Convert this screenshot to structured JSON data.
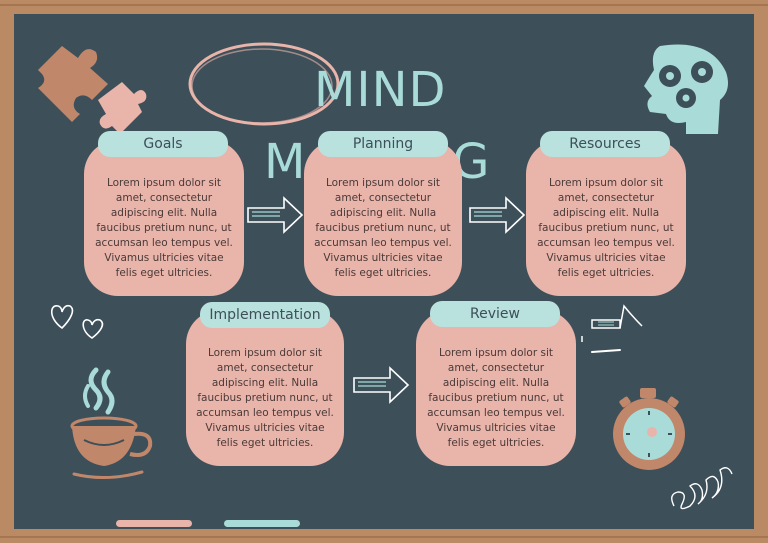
{
  "title": {
    "line1": "MIND",
    "line2": "MAPPING"
  },
  "body_text": "Lorem ipsum dolor sit amet, consectetur adipiscing elit. Nulla faucibus pretium nunc, ut accumsan leo tempus vel. Vivamus ultricies vitae felis eget ultricies.",
  "cards": [
    {
      "label": "Goals",
      "text": "Lorem ipsum dolor sit amet, consectetur adipiscing elit. Nulla faucibus pretium nunc, ut accumsan leo tempus vel. Vivamus ultricies vitae felis eget ultricies."
    },
    {
      "label": "Planning",
      "text": "Lorem ipsum dolor sit amet, consectetur adipiscing elit. Nulla faucibus pretium nunc, ut accumsan leo tempus vel. Vivamus ultricies vitae felis eget ultricies."
    },
    {
      "label": "Resources",
      "text": "Lorem ipsum dolor sit amet, consectetur adipiscing elit. Nulla faucibus pretium nunc, ut accumsan leo tempus vel. Vivamus ultricies vitae felis eget ultricies."
    },
    {
      "label": "Implementation",
      "text": "Lorem ipsum dolor sit amet, consectetur adipiscing elit. Nulla faucibus pretium nunc, ut accumsan leo tempus vel. Vivamus ultricies vitae felis eget ultricies."
    },
    {
      "label": "Review",
      "text": "Lorem ipsum dolor sit amet, consectetur adipiscing elit. Nulla faucibus pretium nunc, ut accumsan leo tempus vel. Vivamus ultricies vitae felis eget ultricies."
    }
  ],
  "colors": {
    "board": "#3d4f59",
    "frame": "#b98a63",
    "card": "#e9b4aa",
    "tab": "#b9e1dd",
    "chalk_mint": "#a9dbd8",
    "chalk_pink": "#e9b4aa"
  },
  "icons": [
    "puzzle-icon",
    "gears-head-icon",
    "hearts-icon",
    "coffee-cup-icon",
    "stopwatch-icon",
    "music-note-icon",
    "spiral-icon",
    "arrow-icon"
  ]
}
